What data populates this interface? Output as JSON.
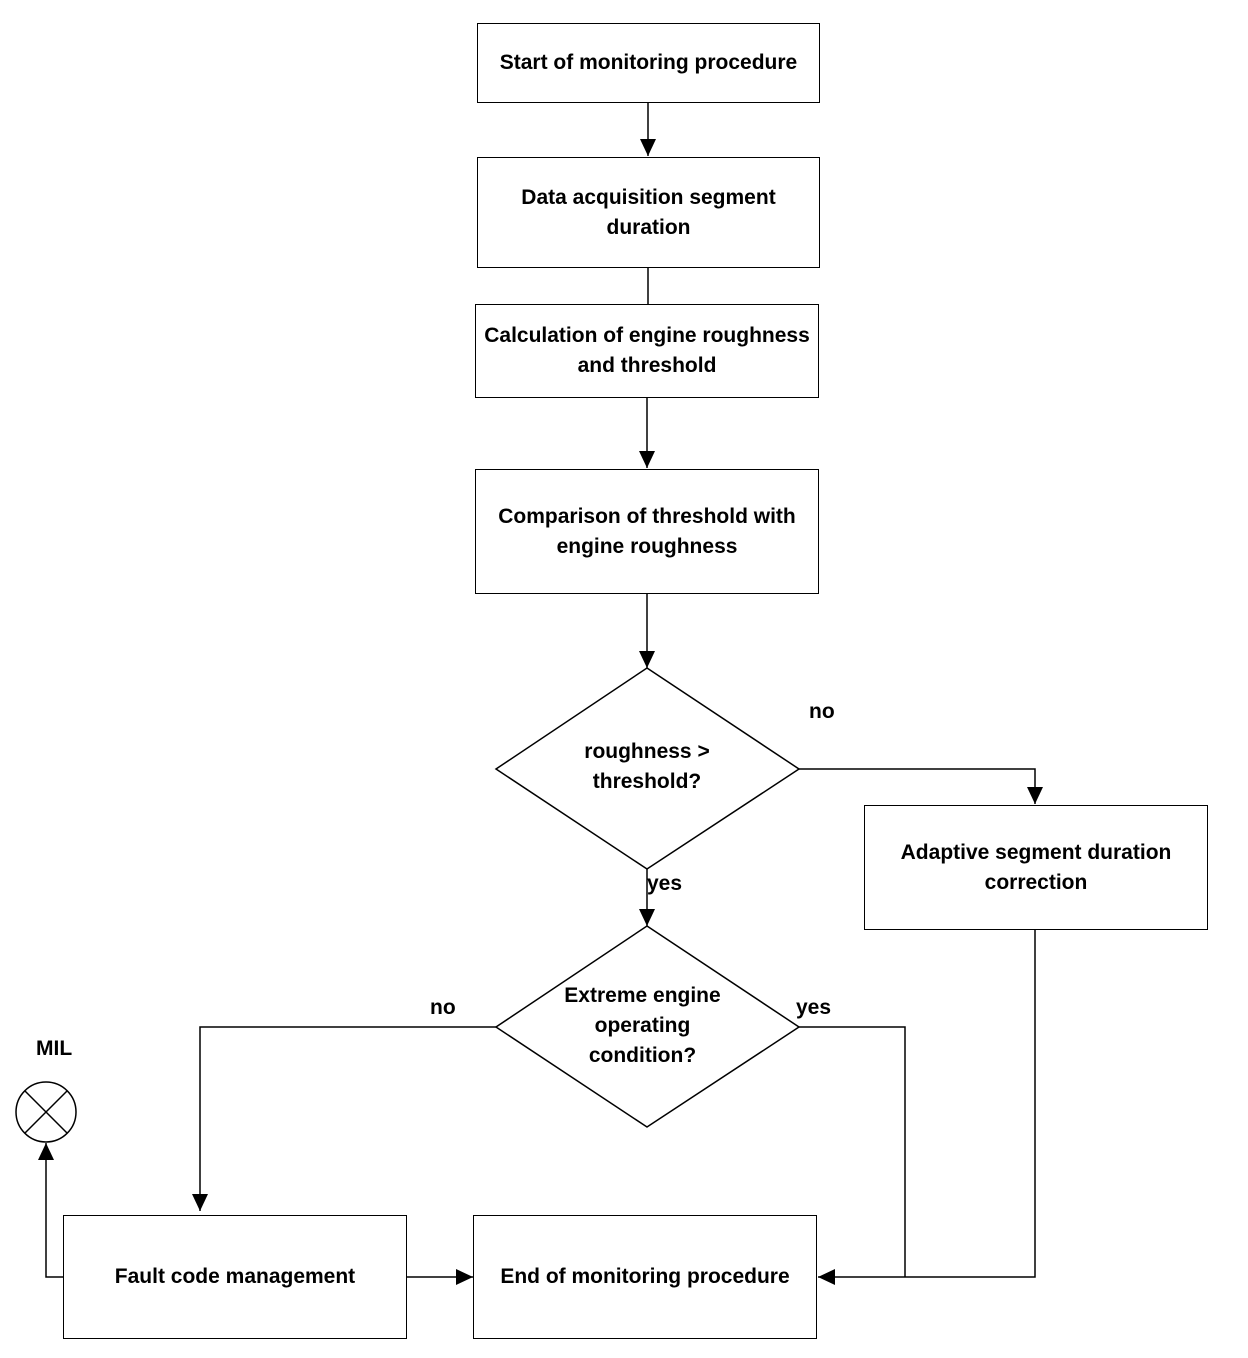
{
  "nodes": {
    "start": "Start of monitoring procedure",
    "data_acquisition": "Data acquisition segment duration",
    "calculation": "Calculation of engine roughness and threshold",
    "comparison": "Comparison of threshold with engine roughness",
    "decision_roughness": "roughness > threshold?",
    "adaptive": "Adaptive segment duration correction",
    "decision_extreme": "Extreme engine operating condition?",
    "fault": "Fault code management",
    "end": "End of monitoring procedure"
  },
  "labels": {
    "roughness_no": "no",
    "roughness_yes": "yes",
    "extreme_no": "no",
    "extreme_yes": "yes",
    "mil": "MIL"
  },
  "colors": {
    "line": "#000000",
    "background": "#ffffff"
  }
}
